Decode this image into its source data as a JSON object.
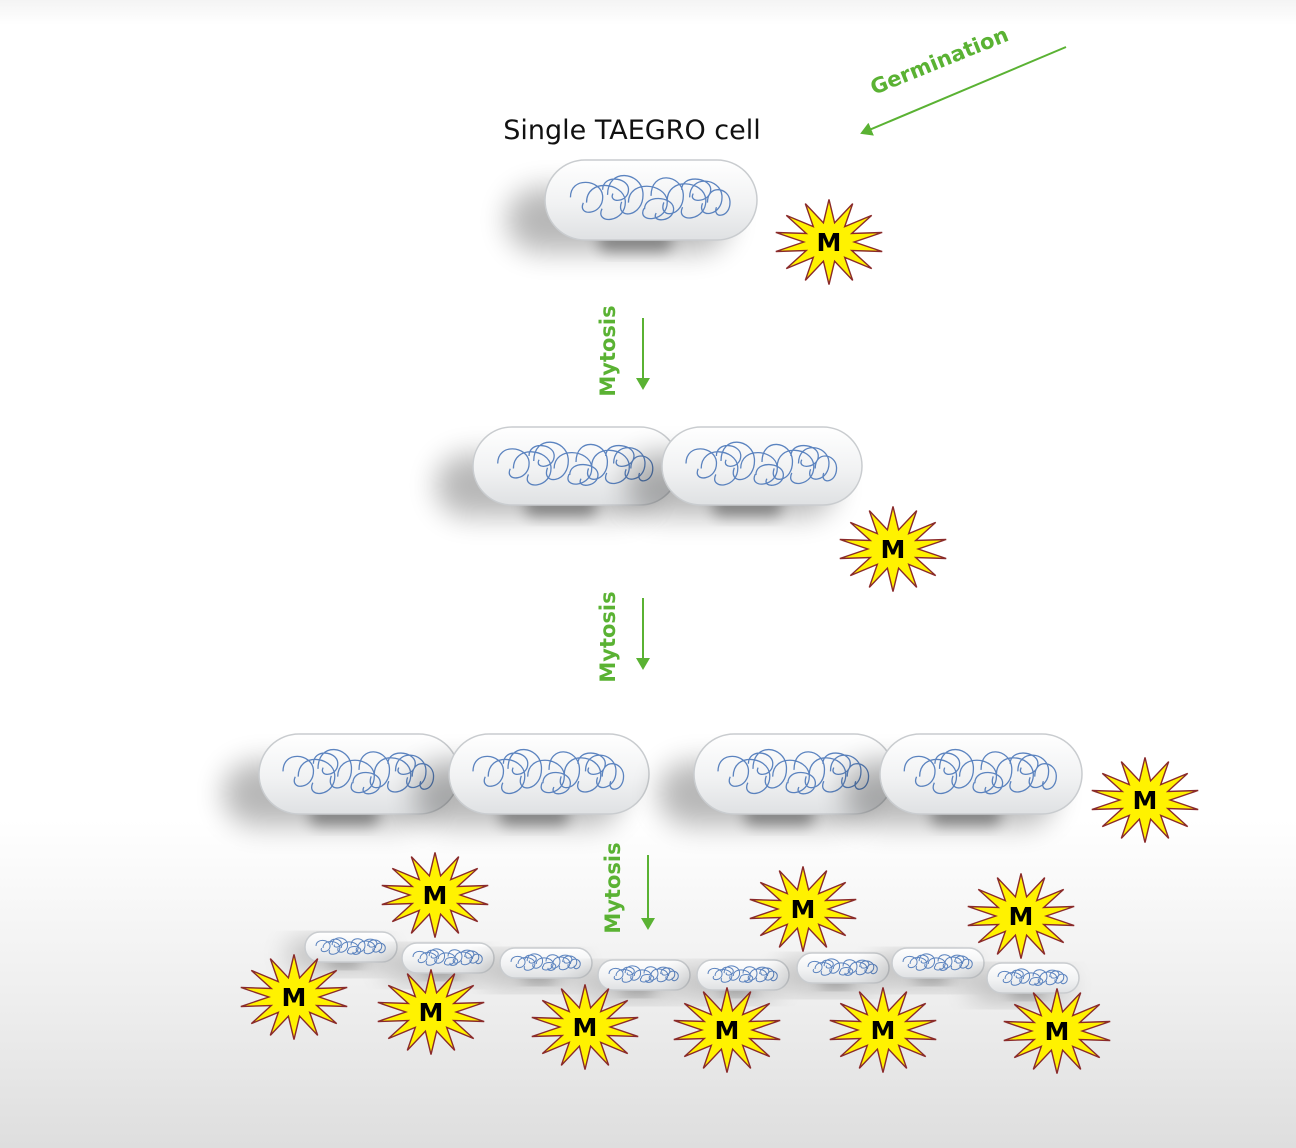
{
  "title": "Single TAEGRO cell",
  "germination_label": "Germination",
  "mitosis_labels": [
    "Mytosis",
    "Mytosis",
    "Mytosis"
  ],
  "metabolite_label": "M",
  "colors": {
    "arrow_green": "#5ab233",
    "star_fill": "#fff200",
    "star_stroke": "#8a2a2a",
    "cell_fill": "#f3f4f5",
    "dna_blue": "#3f6fb5"
  },
  "stages": [
    {
      "cells": 1
    },
    {
      "cells": 2
    },
    {
      "cells": 4
    },
    {
      "cells": 8
    }
  ]
}
